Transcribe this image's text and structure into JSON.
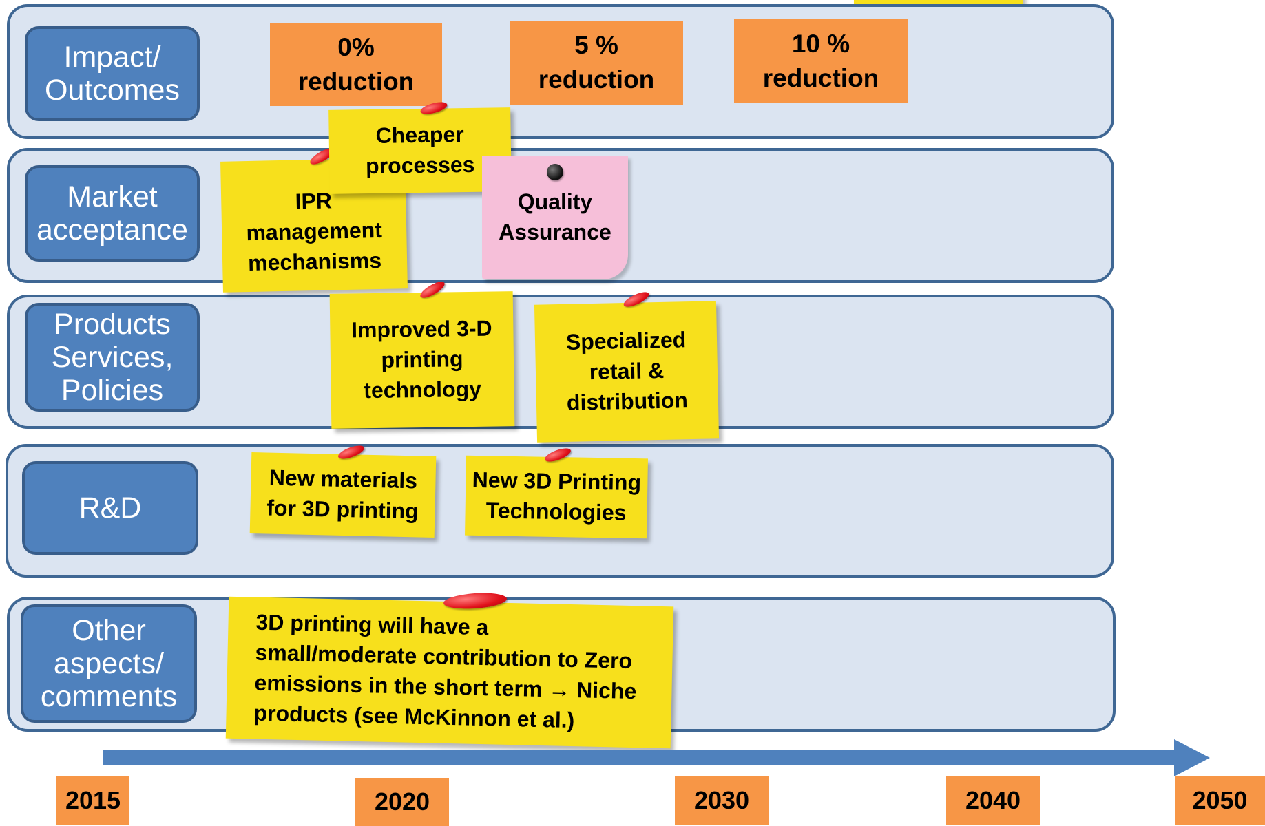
{
  "lanes": [
    {
      "label": "Impact/\nOutcomes"
    },
    {
      "label": "Market\nacceptance"
    },
    {
      "label": "Products\nServices,\nPolicies"
    },
    {
      "label": "R&D"
    },
    {
      "label": "Other\naspects/\ncomments"
    }
  ],
  "outcomes": [
    {
      "text": "0%\nreduction"
    },
    {
      "text": "5 %\nreduction"
    },
    {
      "text": "10 %\nreduction"
    }
  ],
  "notes": {
    "ipr": "IPR\nmanagement\nmechanisms",
    "cheaper": "Cheaper\nprocesses",
    "quality": "Quality\nAssurance",
    "improved": "Improved 3-D\nprinting\ntechnology",
    "specialized": "Specialized\nretail &\ndistribution",
    "new_materials": "New materials\nfor 3D printing",
    "new_tech": "New 3D Printing\nTechnologies",
    "comment": "3D printing will have a\nsmall/moderate contribution to Zero\nemissions in the short term → Niche\nproducts (see McKinnon et al.)"
  },
  "timeline": {
    "years": [
      "2015",
      "2020",
      "2030",
      "2040",
      "2050"
    ],
    "arrow_color": "#4f81bd"
  },
  "colors": {
    "lane_fill": "#dbe4f1",
    "lane_border": "#3f6794",
    "label_fill": "#4f81bd",
    "outcome_fill": "#f79646",
    "note_yellow": "#f7e01c",
    "note_pink": "#f6bfd9",
    "pin_red": "#e0101a"
  }
}
